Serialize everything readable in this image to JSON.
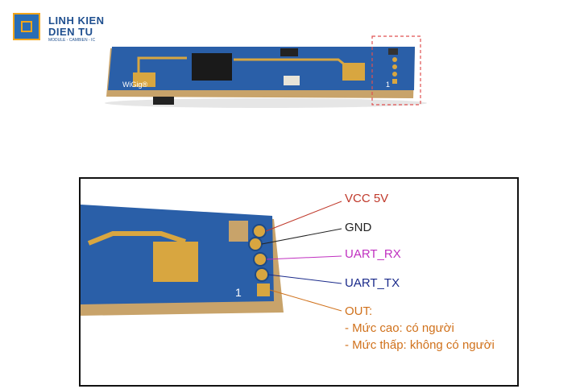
{
  "logo": {
    "line1": "LINH KIEN",
    "line2": "DIEN TU",
    "tagline": "MODULE - CAMBIEN - IC"
  },
  "board": {
    "brand": "WiGig®",
    "pin1": "1"
  },
  "pins": {
    "vcc": "VCC 5V",
    "gnd": "GND",
    "rx": "UART_RX",
    "tx": "UART_TX",
    "out": "OUT:",
    "out_high": "- Mức cao: có người",
    "out_low": "- Mức thấp: không có người"
  },
  "colors": {
    "vcc": "#c0392b",
    "gnd": "#222222",
    "rx": "#c030c0",
    "tx": "#1a2a8a",
    "out": "#d0711b",
    "pcb": "#2a5fa8",
    "gold": "#d8a640"
  }
}
